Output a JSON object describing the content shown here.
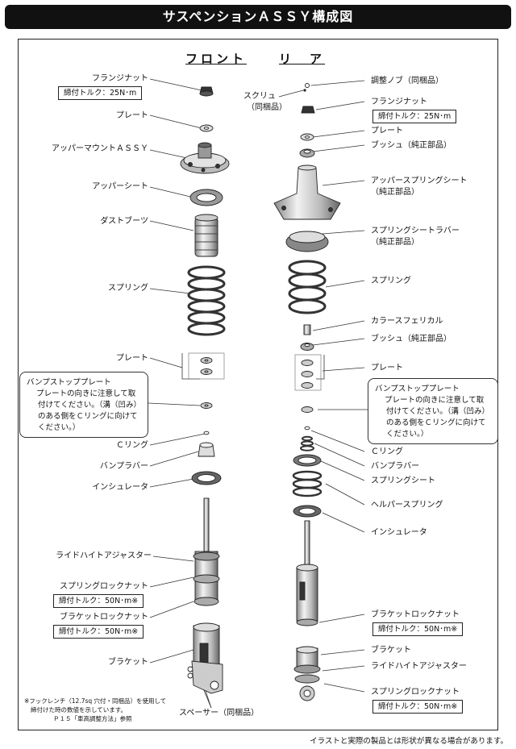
{
  "title": "サスペンションＡＳＳＹ構成図",
  "headers": {
    "front": "フロント",
    "rear": "リ　ア"
  },
  "front": {
    "flange_nut": "フランジナット",
    "flange_nut_torque": "締付トルク：25N･m",
    "plate": "プレート",
    "upper_mount": "アッパーマウントＡＳＳＹ",
    "upper_seat": "アッパーシート",
    "dust_boot": "ダストブーツ",
    "spring": "スプリング",
    "plate2": "プレート",
    "c_ring": "Ｃリング",
    "bump_rubber": "バンプラバー",
    "insulator": "インシュレータ",
    "ride_height": "ライドハイトアジャスター",
    "spring_lock_nut": "スプリングロックナット",
    "spring_lock_nut_torque": "締付トルク：50N･m※",
    "bracket_lock_nut": "ブラケットロックナット",
    "bracket_lock_nut_torque": "締付トルク：50N･m※",
    "bracket": "ブラケット",
    "spacer": "スペーサー（同梱品）"
  },
  "rear": {
    "adjust_knob": "調整ノブ（同梱品）",
    "screw": "スクリュ",
    "screw_note": "（同梱品）",
    "flange_nut": "フランジナット",
    "flange_nut_torque": "締付トルク：25N･m",
    "plate": "プレート",
    "bush": "ブッシュ（純正部品）",
    "upper_spring_seat": "アッパースプリングシート",
    "upper_spring_seat_note": "（純正部品）",
    "spring_seat_rubber": "スプリングシートラバー",
    "spring_seat_rubber_note": "（純正部品）",
    "spring": "スプリング",
    "collar": "カラースフェリカル",
    "bush2": "ブッシュ（純正部品）",
    "plate2": "プレート",
    "c_ring": "Ｃリング",
    "bump_rubber": "バンプラバー",
    "spring_seat": "スプリングシート",
    "helper_spring": "ヘルパースプリング",
    "insulator": "インシュレータ",
    "bracket_lock_nut": "ブラケットロックナット",
    "bracket_lock_nut_torque": "締付トルク：50N･m※",
    "bracket": "ブラケット",
    "ride_height": "ライドハイトアジャスター",
    "spring_lock_nut": "スプリングロックナット",
    "spring_lock_nut_torque": "締付トルク：50N･m※"
  },
  "notes": {
    "bump_plate_title": "バンプストッププレート",
    "bump_plate_body": "プレートの向きに注意して取付けてください。（溝（凹み）のある側をＣリングに向けてください。）"
  },
  "footnote": {
    "line1": "※フックレンチ（12.7sq 穴付・同梱品）を使用して",
    "line2": "締付けた時の数値を示しています。",
    "line3": "Ｐ１５「車高調整方法」参照"
  },
  "disclaimer": "イラストと実際の製品とは形状が異なる場合があります。"
}
